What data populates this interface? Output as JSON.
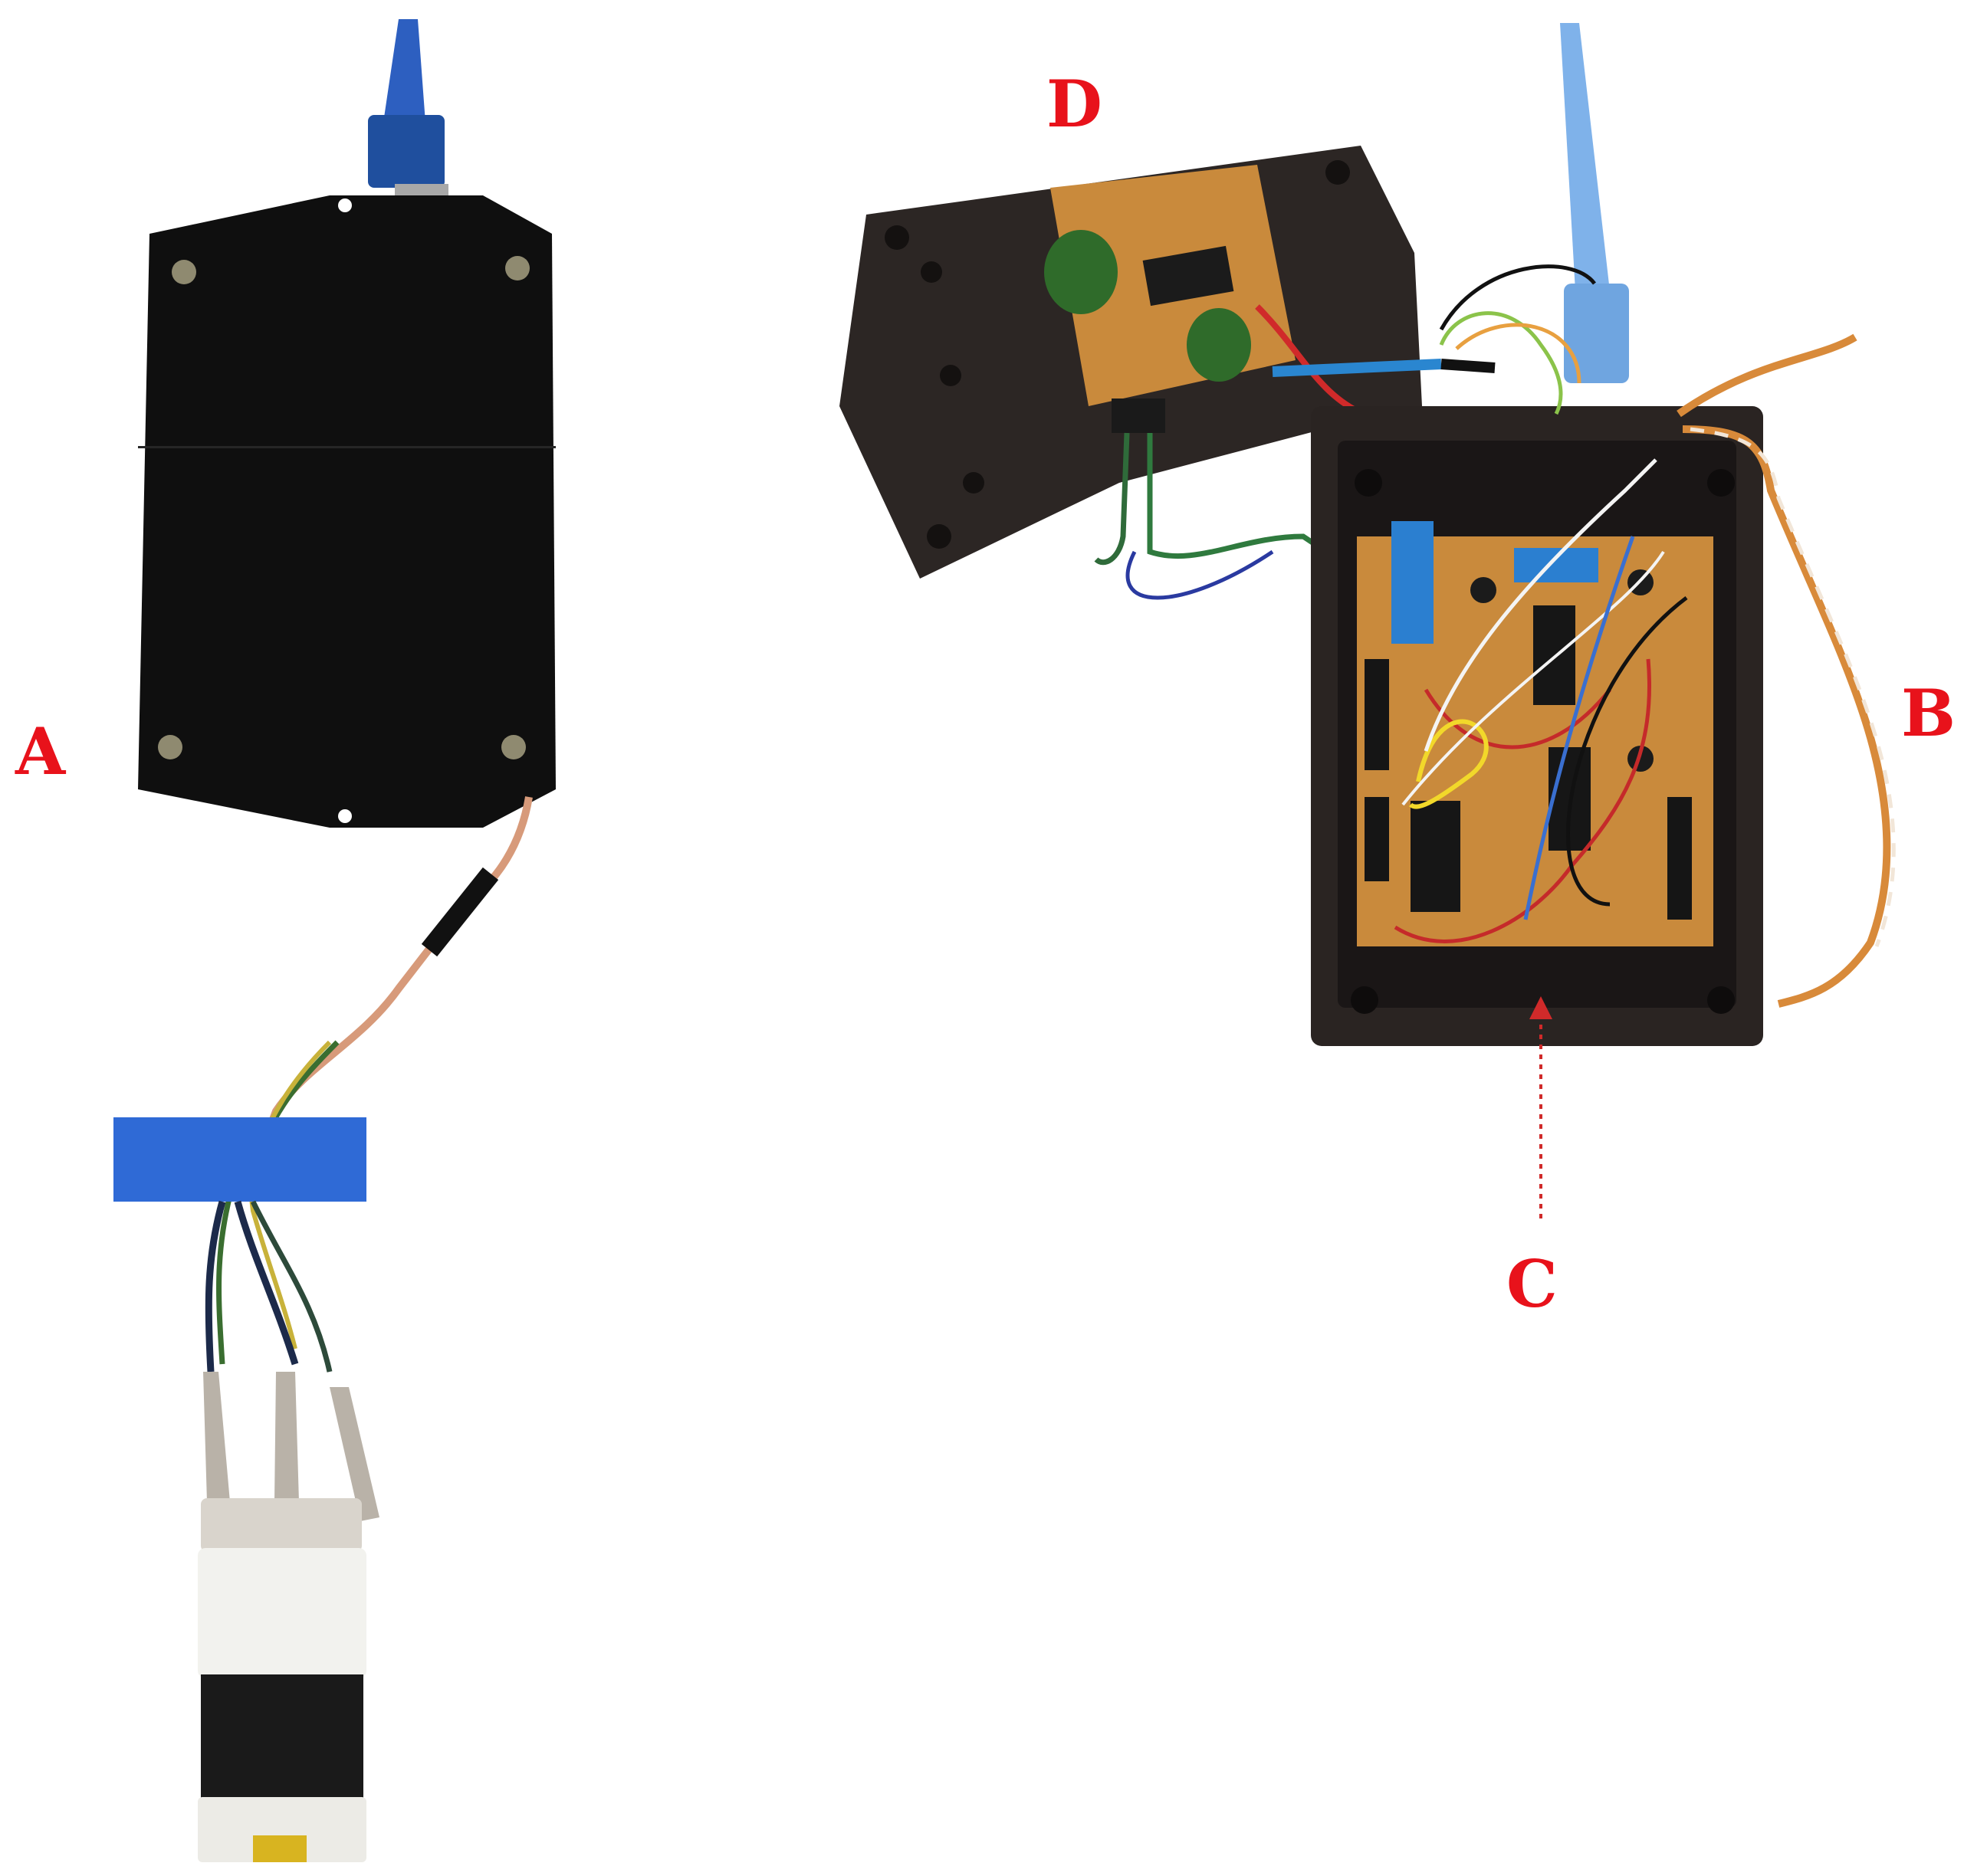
{
  "labels": {
    "a": "A",
    "b": "B",
    "c": "C",
    "d": "D"
  },
  "colors": {
    "label": "#e8121b",
    "enclosure": "#111111",
    "enclosure_open": "#2a2422",
    "pcb": "#c98a3c",
    "usb_cable": "#2d6fd6",
    "usb_cable_light": "#7fb2ea",
    "tape": "#2f6ad6",
    "terminal_block": "#2b7fd0",
    "capacitor": "#2f6b2a"
  }
}
